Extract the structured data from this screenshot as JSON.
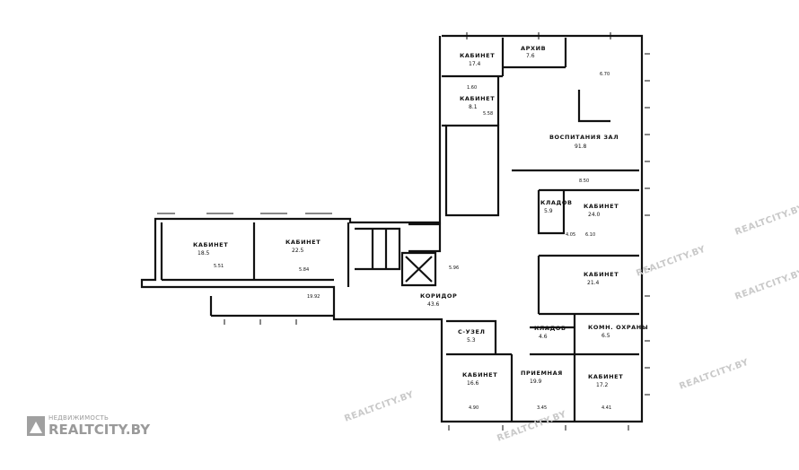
{
  "watermark": {
    "small": "НЕДВИЖИМОСТЬ",
    "big": "REALTCITY.BY",
    "repeat": "REALTCITY.BY"
  },
  "rooms": [
    {
      "id": "kab1",
      "label": "КАБИНЕТ",
      "area": "17.4"
    },
    {
      "id": "arhiv",
      "label": "АРХИВ",
      "area": "7.6"
    },
    {
      "id": "kab2",
      "label": "КАБИНЕТ",
      "area": "8.1"
    },
    {
      "id": "big",
      "label": "ВОСПИТАНИЯ ЗАЛ",
      "area": "91.8"
    },
    {
      "id": "kab_left",
      "label": "КАБИНЕТ",
      "area": "18.5"
    },
    {
      "id": "kab_left2",
      "label": "КАБИНЕТ",
      "area": "22.5"
    },
    {
      "id": "kab_right1",
      "label": "КАБИНЕТ",
      "area": "24.0"
    },
    {
      "id": "kladov1",
      "label": "КЛАДОВ",
      "area": "5.9"
    },
    {
      "id": "kab_right2",
      "label": "КАБИНЕТ",
      "area": "21.4"
    },
    {
      "id": "koridor",
      "label": "КОРИДОР",
      "area": "43.6"
    },
    {
      "id": "s_uzel",
      "label": "С-УЗЕЛ",
      "area": "5.3"
    },
    {
      "id": "kladov2",
      "label": "КЛАДОВ",
      "area": "4.6"
    },
    {
      "id": "kom_ohr",
      "label": "КОМН. ОХРАНЫ",
      "area": "6.5"
    },
    {
      "id": "kab_bl",
      "label": "КАБИНЕТ",
      "area": "16.6"
    },
    {
      "id": "priemn",
      "label": "ПРИЕМНАЯ",
      "area": "19.9"
    },
    {
      "id": "kab_br",
      "label": "КАБИНЕТ",
      "area": "17.2"
    }
  ],
  "dims": [
    "1.60",
    "6.70",
    "5.58",
    "8.50",
    "6.10",
    "5.51",
    "5.84",
    "19.92",
    "4.05",
    "3.45",
    "4.41",
    "5.96",
    "4.90"
  ]
}
